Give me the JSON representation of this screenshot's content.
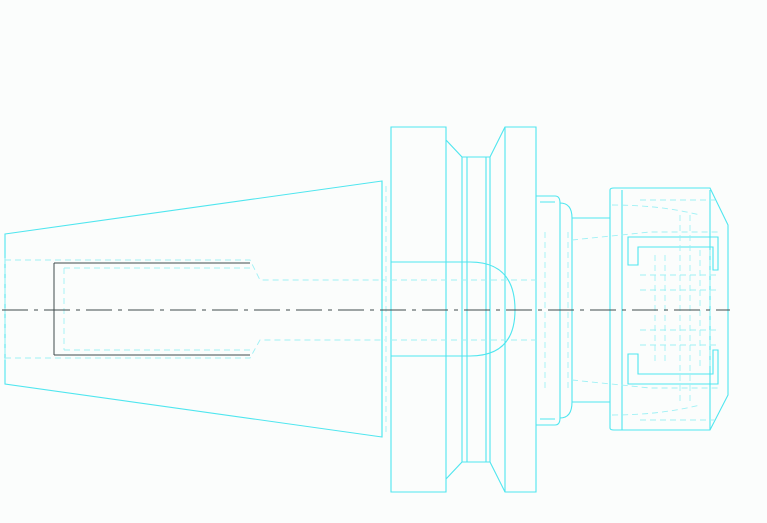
{
  "drawing": {
    "background_color": "#fbfdfc",
    "outline_color": "#4fe6ef",
    "hidden_line_color": "#9ff1f5",
    "centerline_color": "#3f4a4c",
    "parts": [
      "taper-shank",
      "flange",
      "v-groove",
      "collet-nut"
    ]
  }
}
